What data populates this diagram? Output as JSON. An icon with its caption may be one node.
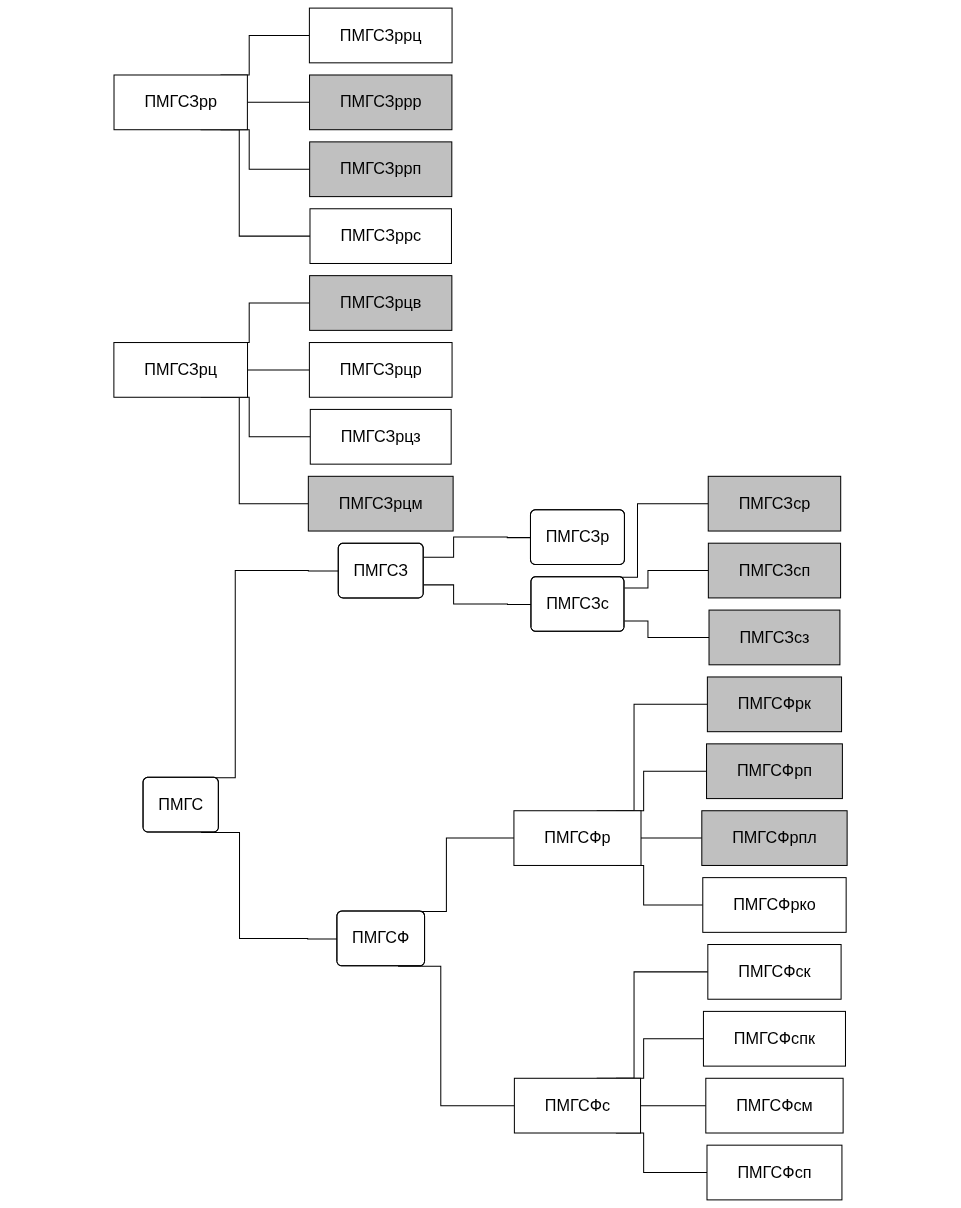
{
  "diagram": {
    "nodes": [
      {
        "text": [
          "ПМГС"
        ]
      },
      {
        "text": [
          "ПМГСЗ"
        ]
      },
      {
        "text": [
          "ПМГСФ"
        ]
      },
      {
        "text": [
          "ПМГСЗр"
        ]
      },
      {
        "text": [
          "ПМГСЗс"
        ]
      },
      {
        "text": [
          "ПМГСЗрр"
        ]
      },
      {
        "text": [
          "ПМГСЗрц"
        ]
      },
      {
        "text": [
          "ПМГСФр"
        ]
      },
      {
        "text": [
          "ПМГСФс"
        ]
      },
      {
        "text": [
          "ПМГСЗррц"
        ]
      },
      {
        "text": [
          "ПМГСЗррр"
        ]
      },
      {
        "text": [
          "ПМГСЗррп"
        ]
      },
      {
        "text": [
          "ПМГСЗррс"
        ]
      },
      {
        "text": [
          "ПМГСЗрцв"
        ]
      },
      {
        "text": [
          "ПМГСЗрцр"
        ]
      },
      {
        "text": [
          "ПМГСЗрцз"
        ]
      },
      {
        "text": [
          "ПМГСЗрцм"
        ]
      },
      {
        "text": [
          "ПМГСЗср"
        ]
      },
      {
        "text": [
          "ПМГСЗсп"
        ]
      },
      {
        "text": [
          "ПМГСЗсз"
        ]
      },
      {
        "text": [
          "ПМГСФрк"
        ]
      },
      {
        "text": [
          "ПМГСФрп"
        ]
      },
      {
        "text": [
          "ПМГСФрпл"
        ]
      },
      {
        "text": [
          "ПМГСФрко"
        ]
      },
      {
        "text": [
          "ПМГСФск"
        ]
      },
      {
        "text": [
          "ПМГСФспк"
        ]
      },
      {
        "text": [
          "ПМГСФсм"
        ]
      },
      {
        "text": [
          "ПМГСФсп"
        ]
      }
    ],
    "edges": [
      {
        "from": 0,
        "to": 1,
        "arrow": "none"
      },
      {
        "from": 0,
        "to": 2,
        "arrow": "none"
      },
      {
        "from": 1,
        "to": 3,
        "arrow": "none"
      },
      {
        "from": 1,
        "to": 4,
        "arrow": "none"
      },
      {
        "from": 2,
        "to": 7,
        "arrow": "none"
      },
      {
        "from": 2,
        "to": 8,
        "arrow": "none"
      },
      {
        "from": 5,
        "to": 9,
        "arrow": "none"
      },
      {
        "from": 5,
        "to": 10,
        "arrow": "none"
      },
      {
        "from": 5,
        "to": 11,
        "arrow": "none"
      },
      {
        "from": 5,
        "to": 12,
        "arrow": "none"
      },
      {
        "from": 6,
        "to": 13,
        "arrow": "none"
      },
      {
        "from": 6,
        "to": 14,
        "arrow": "none"
      },
      {
        "from": 6,
        "to": 15,
        "arrow": "none"
      },
      {
        "from": 6,
        "to": 16,
        "arrow": "none"
      },
      {
        "from": 4,
        "to": 17,
        "arrow": "none"
      },
      {
        "from": 4,
        "to": 18,
        "arrow": "none"
      },
      {
        "from": 4,
        "to": 19,
        "arrow": "none"
      },
      {
        "from": 7,
        "to": 20,
        "arrow": "none"
      },
      {
        "from": 7,
        "to": 21,
        "arrow": "none"
      },
      {
        "from": 7,
        "to": 22,
        "arrow": "none"
      },
      {
        "from": 7,
        "to": 23,
        "arrow": "none"
      },
      {
        "from": 8,
        "to": 24,
        "arrow": "none"
      },
      {
        "from": 8,
        "to": 25,
        "arrow": "none"
      },
      {
        "from": 8,
        "to": 26,
        "arrow": "none"
      },
      {
        "from": 8,
        "to": 27,
        "arrow": "none"
      }
    ]
  }
}
